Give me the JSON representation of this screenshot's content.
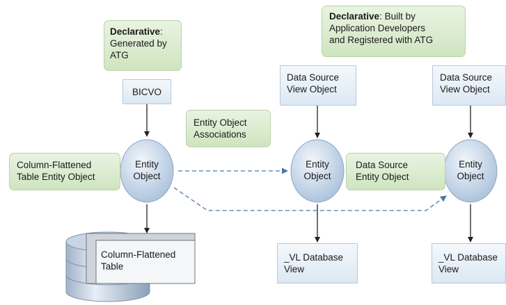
{
  "declarative_left": {
    "bold": "Declarative",
    "rest": ":\nGenerated by\nATG"
  },
  "declarative_right": {
    "bold": "Declarative",
    "rest": ": Built by\nApplication Developers\nand Registered with ATG"
  },
  "bicvo": "BICVO",
  "entity_object_associations": "Entity Object\nAssociations",
  "column_flattened_table_entity_object": "Column-Flattened\nTable Entity Object",
  "entity_object": "Entity\nObject",
  "column_flattened_table": "Column-Flattened\nTable",
  "data_source_view_object": "Data Source\nView Object",
  "data_source_entity_object": "Data Source\nEntity Object",
  "vl_database_view": "_VL Database\nView",
  "colors": {
    "green_fill": "#d5e8c8",
    "blue_fill": "#e4edf6",
    "ellipse_fill": "#c8d8ea",
    "arrow": "#222222",
    "dashed_arrow": "#4a79a8"
  }
}
